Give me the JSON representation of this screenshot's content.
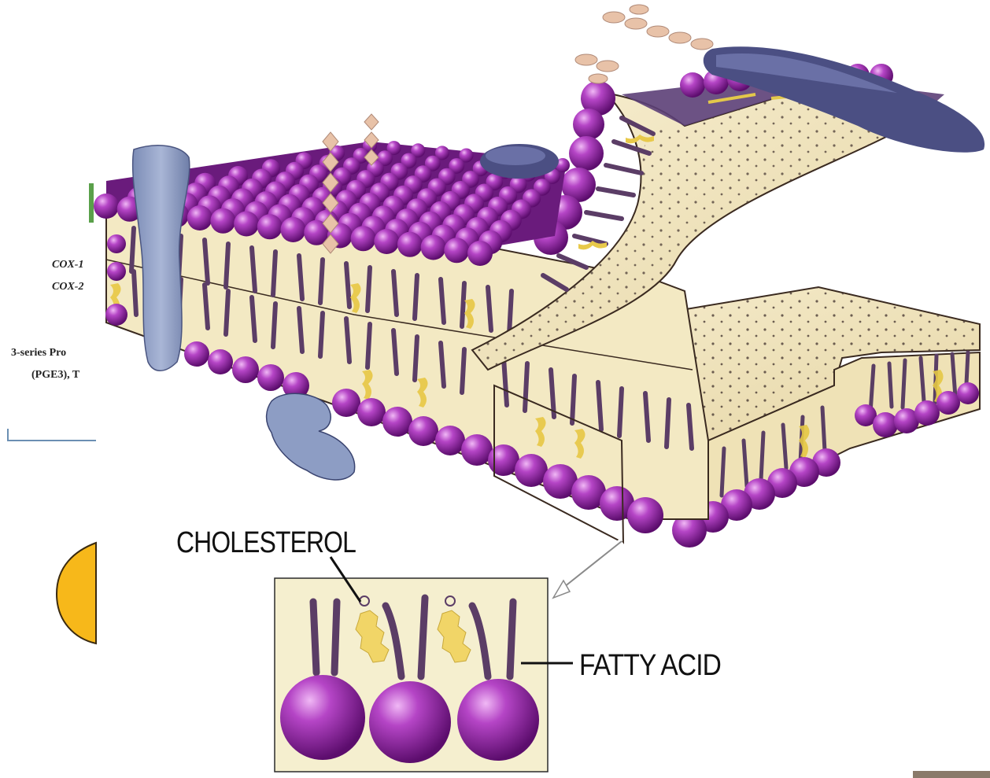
{
  "labels": {
    "cholesterol": "CHOLESTEROL",
    "fatty_acid": "FATTY ACID"
  },
  "background_fragments": {
    "cox_line_1": "COX-1",
    "cox_line_2": "COX-2",
    "series_line_1": "3-series Pro",
    "series_line_2": "(PGE3), T"
  },
  "colors": {
    "phospholipid_head": "#8a1f9c",
    "bilayer_body": "#f3e9c3",
    "cholesterol": "#f1d567",
    "protein_blue": "#8d9dc4",
    "protein_dark": "#4b4f83",
    "glycan": "#e8c2a8",
    "inset_background": "#f5efcf"
  }
}
